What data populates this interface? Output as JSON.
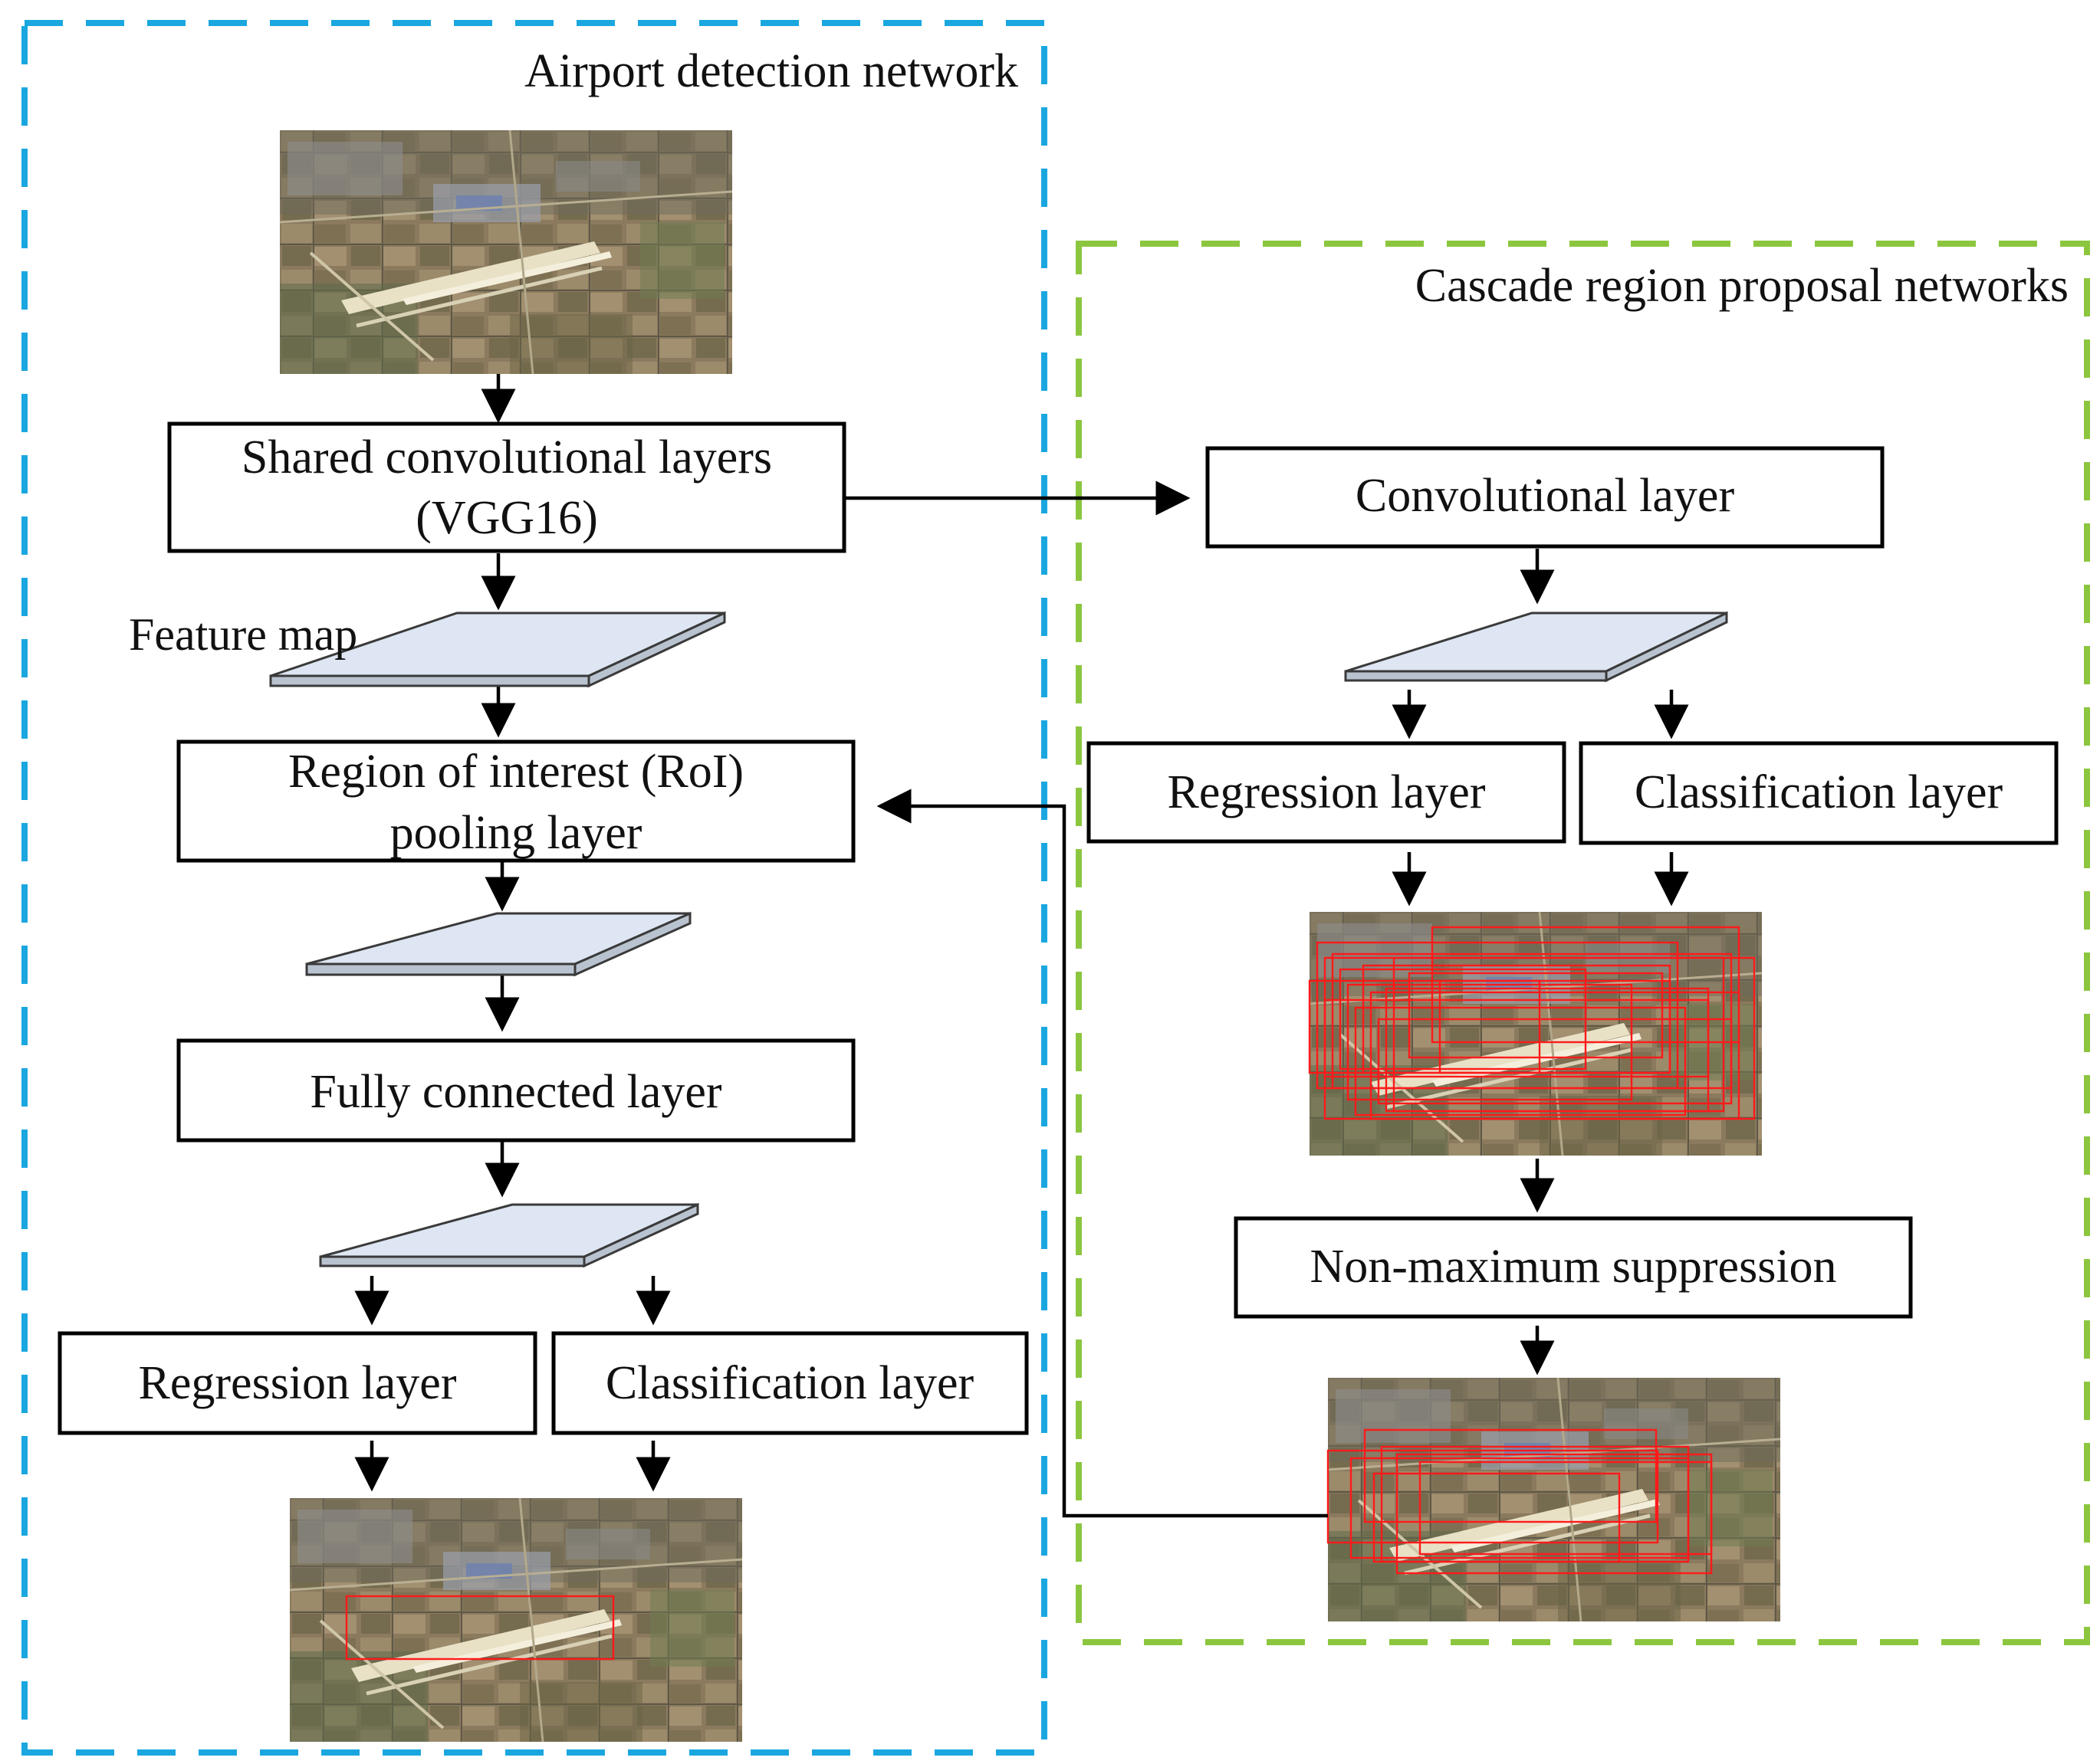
{
  "colors": {
    "airport_border": "#1aa7e0",
    "cascade_border": "#8cc63f",
    "feature_map_fill": "#dde6f2",
    "box_stroke": "#000000",
    "detection_box": "#ff1a1a"
  },
  "groups": {
    "airport": {
      "title": "Airport detection network"
    },
    "cascade": {
      "title": "Cascade region proposal networks"
    }
  },
  "labels": {
    "shared_conv_line1": "Shared convolutional layers",
    "shared_conv_line2": "(VGG16)",
    "feature_map": "Feature map",
    "roi_line1": "Region of interest (RoI)",
    "roi_line2": "pooling layer",
    "fully_connected": "Fully connected layer",
    "regression_left": "Regression layer",
    "classification_left": "Classification layer",
    "conv_layer": "Convolutional layer",
    "regression_right": "Regression layer",
    "classification_right": "Classification layer",
    "nms": "Non-maximum suppression"
  },
  "icons": {
    "input_image": "satellite-airport-image",
    "proposals_image": "satellite-image-many-proposal-boxes",
    "nms_image": "satellite-image-filtered-proposal-boxes",
    "output_image": "satellite-image-final-detection-box",
    "feature_map": "feature-map-plane-icon",
    "arrow": "arrow-icon"
  }
}
